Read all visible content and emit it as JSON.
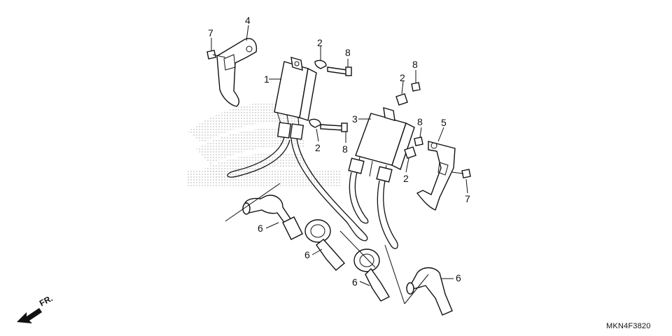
{
  "diagram_code": "MKN4F3820",
  "direction_label": "FR.",
  "callouts": [
    {
      "id": "c1",
      "label": "1"
    },
    {
      "id": "c2a",
      "label": "2"
    },
    {
      "id": "c2b",
      "label": "2"
    },
    {
      "id": "c2c",
      "label": "2"
    },
    {
      "id": "c2d",
      "label": "2"
    },
    {
      "id": "c3",
      "label": "3"
    },
    {
      "id": "c4",
      "label": "4"
    },
    {
      "id": "c5",
      "label": "5"
    },
    {
      "id": "c6a",
      "label": "6"
    },
    {
      "id": "c6b",
      "label": "6"
    },
    {
      "id": "c6c",
      "label": "6"
    },
    {
      "id": "c6d",
      "label": "6"
    },
    {
      "id": "c7a",
      "label": "7"
    },
    {
      "id": "c7b",
      "label": "7"
    },
    {
      "id": "c8a",
      "label": "8"
    },
    {
      "id": "c8b",
      "label": "8"
    },
    {
      "id": "c8c",
      "label": "8"
    },
    {
      "id": "c8d",
      "label": "8"
    }
  ],
  "colors": {
    "line": "#111111",
    "watermark_dots": "#8a8a8a",
    "background": "#ffffff"
  },
  "icons": {
    "direction": "front-arrow-icon",
    "watermark": "honda-wing-logo"
  }
}
